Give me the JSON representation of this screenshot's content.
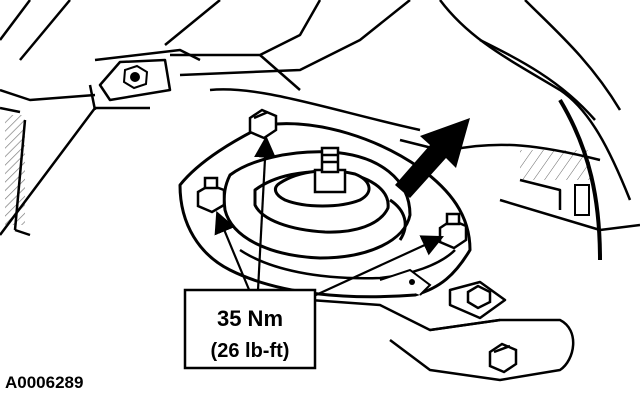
{
  "torque_callout": {
    "metric": "35 Nm",
    "imperial": "(26 lb-ft)"
  },
  "figure_id": "A0006289",
  "colors": {
    "ink": "#000000",
    "paper": "#ffffff"
  },
  "icons": [
    "hex-nut-icon",
    "stud-icon",
    "pointer-arrow-icon",
    "leader-arrow-icon"
  ]
}
